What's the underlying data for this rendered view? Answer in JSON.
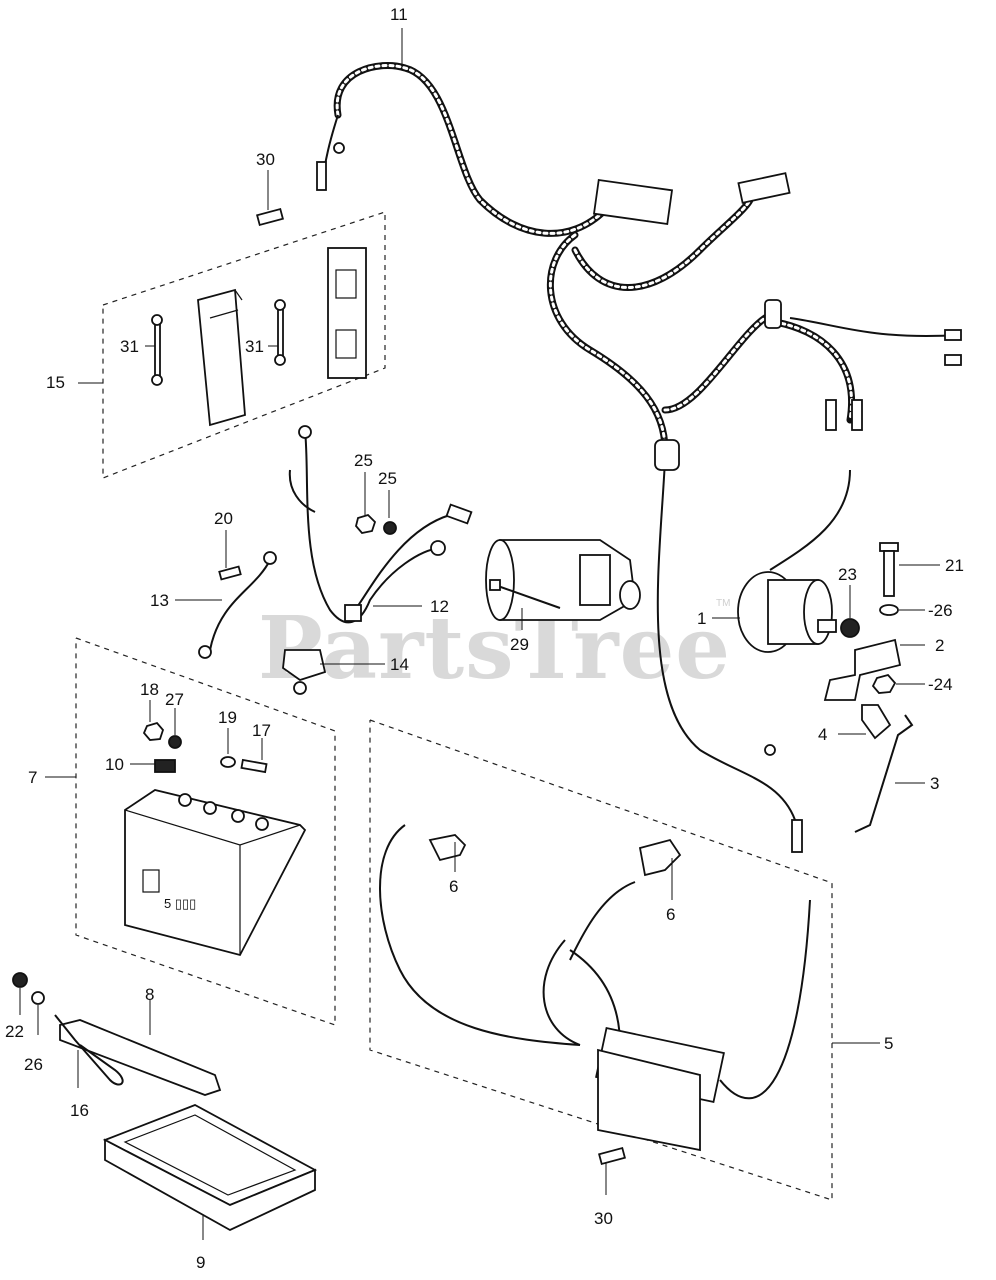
{
  "watermark": {
    "text": "PartsTree",
    "tm": "TM"
  },
  "callouts": {
    "c1": "1",
    "c2": "2",
    "c3": "3",
    "c4": "4",
    "c5": "5",
    "c6a": "6",
    "c6b": "6",
    "c7": "7",
    "c8": "8",
    "c9": "9",
    "c10": "10",
    "c11": "11",
    "c12": "12",
    "c13": "13",
    "c14": "14",
    "c15": "15",
    "c16": "16",
    "c17": "17",
    "c18": "18",
    "c19": "19",
    "c20": "20",
    "c21": "21",
    "c22": "22",
    "c23": "23",
    "c24": "-24",
    "c25a": "25",
    "c25b": "25",
    "c26a": "-26",
    "c26b": "26",
    "c27": "27",
    "c29": "29",
    "c30a": "30",
    "c30b": "30",
    "c31a": "31",
    "c31b": "31"
  },
  "battery_label": {
    "text": "5 ▯▯▯"
  }
}
